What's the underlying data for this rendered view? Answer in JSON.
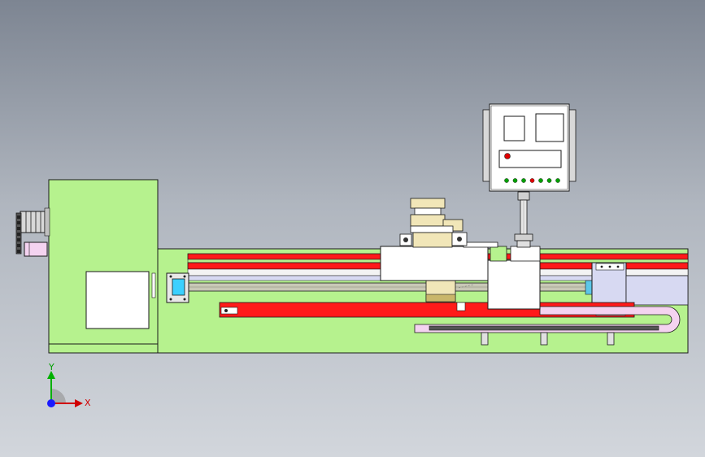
{
  "view": {
    "axis_x_label": "X",
    "axis_y_label": "Y"
  },
  "colors": {
    "base_green": "#b6f28e",
    "rail_red": "#ff1a1a",
    "panel_white": "#ffffff",
    "rod_gray": "#c8c8b6",
    "lavender": "#d7d9f2",
    "pink": "#f4d3f0",
    "cyan": "#3bd0ff",
    "tan": "#f1e6b8",
    "led_green": "#00a000",
    "estop_red": "#e00000",
    "outline": "#1a1a1a"
  },
  "controller": {
    "leds": [
      "green",
      "green",
      "green",
      "red",
      "green",
      "green",
      "green"
    ]
  }
}
